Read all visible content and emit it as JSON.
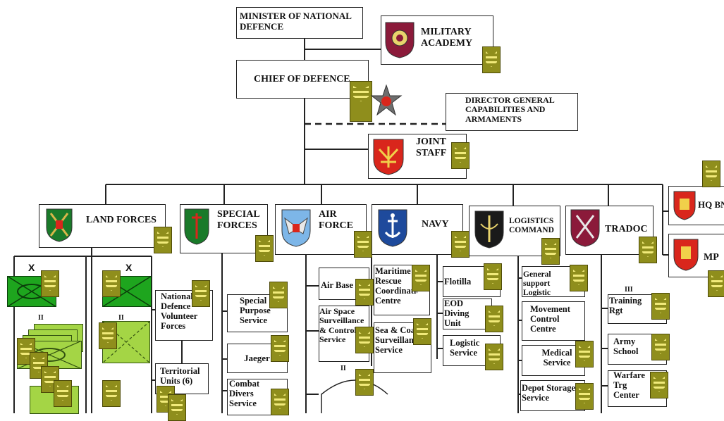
{
  "units": {
    "minister": "MINISTER OF NATIONAL DEFENCE",
    "military_academy": "MILITARY ACADEMY",
    "chief_of_defence": "CHIEF OF DEFENCE",
    "director_general": "DIRECTOR GENERAL CAPABILITIES AND ARMAMENTS",
    "joint_staff": "JOINT STAFF",
    "land_forces": "LAND FORCES",
    "special_forces": "SPECIAL FORCES",
    "air_force": "AIR FORCE",
    "navy": "NAVY",
    "logistics_command": "LOGISTICS COMMAND",
    "tradoc": "TRADOC",
    "hq_bn": "HQ BN",
    "mp": "MP"
  },
  "land_sub": {
    "nvf": "National Defence Volunteer Forces",
    "territorial": "Territorial Units (6)",
    "echelon_x": "X",
    "echelon_ii": "II"
  },
  "sof_sub": {
    "special_purpose": "Special Purpose Service",
    "jaeger": "Jaeger",
    "combat_divers": "Combat Divers Service"
  },
  "air_sub": {
    "air_base": "Air Base",
    "airspace": "Air Space Surveillance & Control Service",
    "echelon_ii": "II"
  },
  "navy_sub": {
    "mrcc": "Maritime Rescue Coordination Centre",
    "sea_coastal": "Sea & Coastal Surveillance Service",
    "flotilla": "Flotilla",
    "eod": "EOD Diving Unit",
    "logistic_service": "Logistic Service"
  },
  "log_sub": {
    "general_support": "General support Logistic",
    "movement_control": "Movement Control Centre",
    "medical": "Medical Service",
    "depot": "Depot Storage Service"
  },
  "tradoc_sub": {
    "echelon_iii": "III",
    "training_rgt": "Training Rgt",
    "army_school": "Army School",
    "warfare": "Warfare Trg Center"
  },
  "colors": {
    "line": "#222222",
    "insignia": "#8f8e1c",
    "inf_green": "#1ea51e",
    "reserve_green": "#a4d545",
    "shield_red": "#d9261c",
    "shield_blue": "#1e4a9c",
    "shield_maroon": "#8b1a3a"
  },
  "icons": {
    "land_emblem": "land-forces-shield-icon",
    "sof_emblem": "sword-shield-icon",
    "air_emblem": "eagle-shield-icon",
    "navy_emblem": "anchor-shield-icon",
    "logistics_emblem": "sword-black-shield-icon",
    "tradoc_emblem": "quill-sword-shield-icon",
    "rank": "rank-insignia-icon",
    "star": "chief-star-badge-icon"
  }
}
